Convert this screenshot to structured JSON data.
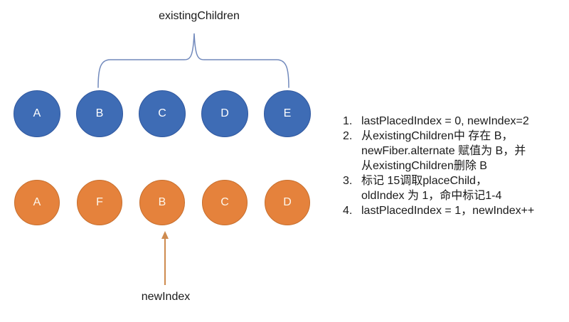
{
  "labels": {
    "existing_children": "existingChildren",
    "new_index": "newIndex"
  },
  "top_row": [
    "A",
    "B",
    "C",
    "D",
    "E"
  ],
  "bottom_row": [
    "A",
    "F",
    "B",
    "C",
    "D"
  ],
  "notes": {
    "items": [
      {
        "num": "1.",
        "text": "lastPlacedIndex = 0, newIndex=2"
      },
      {
        "num": "2.",
        "text": "从existingChildren中 存在 B，\nnewFiber.alternate 赋值为 B，并\n从existingChildren删除 B"
      },
      {
        "num": "3.",
        "text": "标记 15调取placeChild，\noldIndex 为 1，命中标记1-4"
      },
      {
        "num": "4.",
        "text": "lastPlacedIndex = 1，newIndex++"
      }
    ]
  },
  "colors": {
    "top_circle_fill": "#3e6cb5",
    "top_circle_border": "#30589f",
    "bottom_circle_fill": "#e5823c",
    "bottom_circle_border": "#c76f2e",
    "brace_stroke": "#7189bc",
    "arrow_stroke": "#ce8b4f",
    "text": "#1a1a1a",
    "background": "#ffffff"
  }
}
